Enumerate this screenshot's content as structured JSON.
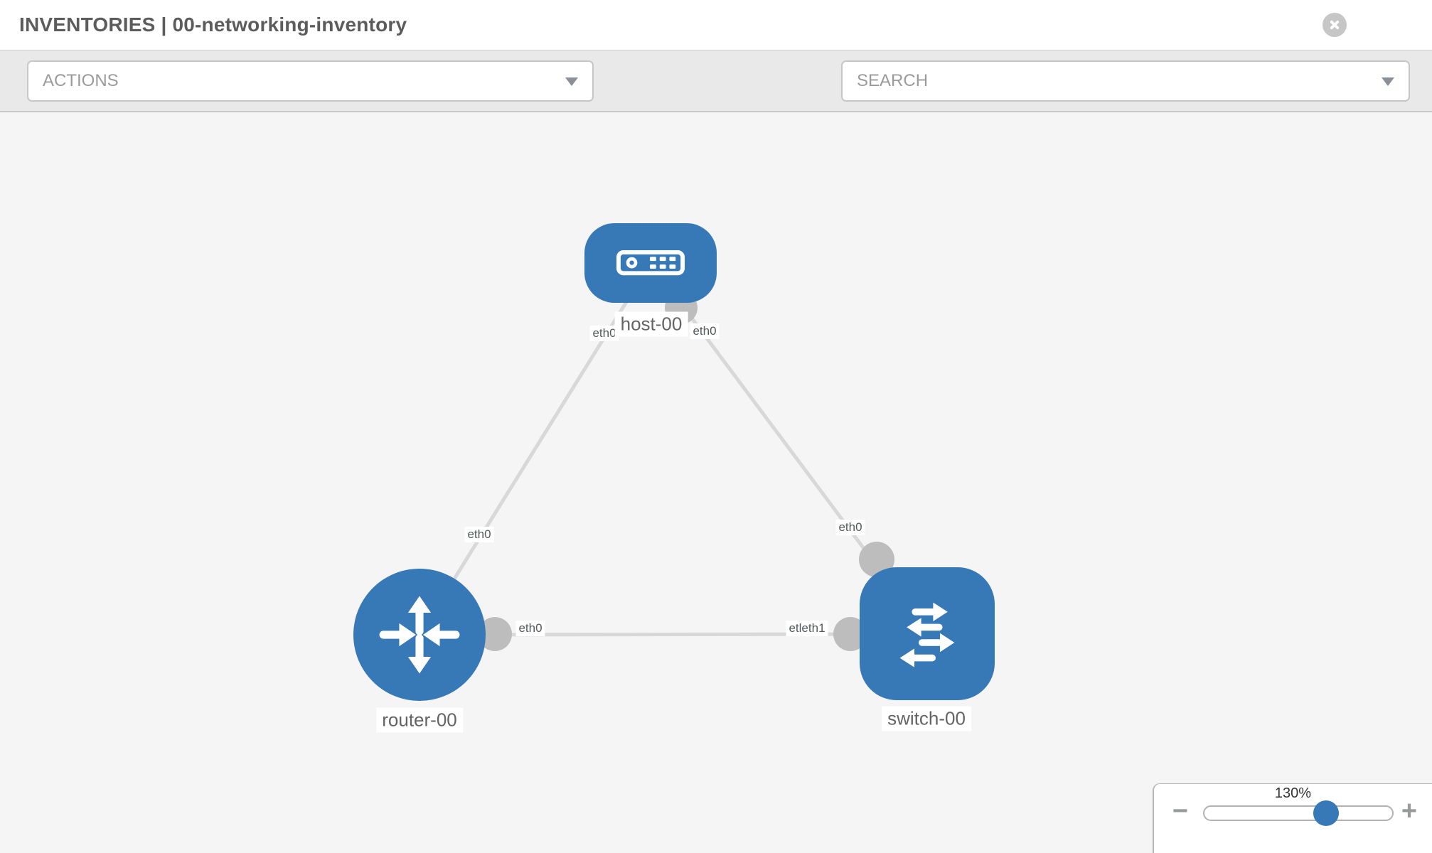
{
  "header": {
    "title": "INVENTORIES | 00-networking-inventory"
  },
  "toolbar": {
    "actions_label": "ACTIONS",
    "search_label": "SEARCH"
  },
  "icons": {
    "close": "close-icon",
    "wrench": "wrench-icon",
    "key": "key-icon",
    "dropdown_caret": "chevron-down-icon"
  },
  "colors": {
    "node_blue": "#3679b6",
    "canvas_bg": "#f5f5f6",
    "toolbar_bg": "#e9e9e9",
    "link_gray": "#d8d8d8",
    "port_gray": "#bdbdbd"
  },
  "topology": {
    "nodes": [
      {
        "label": "host-00",
        "type": "host"
      },
      {
        "label": "router-00",
        "type": "router"
      },
      {
        "label": "switch-00",
        "type": "switch"
      }
    ],
    "interfaces": {
      "host_left": "eth0",
      "host_right": "eth0",
      "router_to_host": "eth0",
      "switch_to_host": "eth0",
      "router_to_switch": "eth0",
      "switch_to_router": "etleth1"
    }
  },
  "zoom_control": {
    "value": "130%",
    "minus_label": "−",
    "plus_label": "+"
  }
}
